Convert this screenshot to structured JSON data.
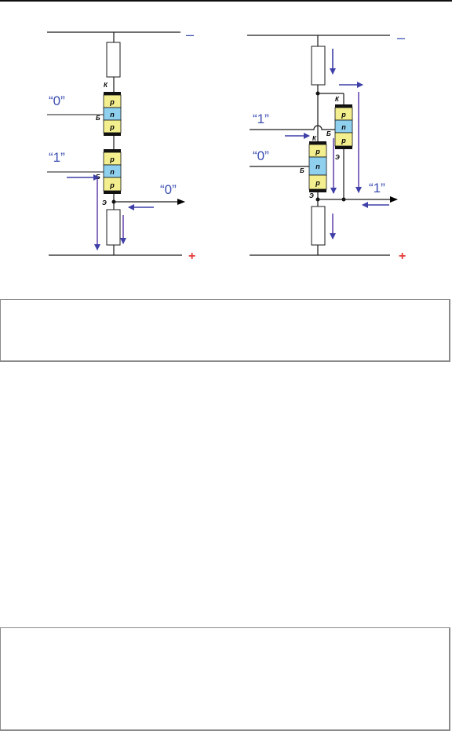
{
  "colors": {
    "wire": "#1a1a1a",
    "p_region": "#f3ee8e",
    "n_region": "#8fd0ef",
    "arrow": "#3f3fa8",
    "current_line": "#6a4bb0",
    "label_blue": "#3a4db2",
    "plus": "#e53935"
  },
  "left_circuit": {
    "rail_top": "–",
    "rail_bottom": "+",
    "input_top": "“0”",
    "input_bottom": "“1”",
    "output": "“0”",
    "transistor_top": {
      "collector": "К",
      "base": "Б",
      "layers": [
        "p",
        "n",
        "p"
      ]
    },
    "transistor_bottom": {
      "base": "Б",
      "emitter": "Э",
      "layers": [
        "p",
        "n",
        "p"
      ]
    }
  },
  "right_circuit": {
    "rail_top": "–",
    "rail_bottom": "+",
    "input_top": "“1”",
    "input_bottom": "“0”",
    "output": "“1”",
    "transistor_right": {
      "collector": "К",
      "base": "Б",
      "emitter": "Э",
      "layers": [
        "p",
        "n",
        "p"
      ]
    },
    "transistor_left": {
      "collector": "К",
      "base": "Б",
      "emitter": "Э",
      "layers": [
        "p",
        "n",
        "p"
      ]
    }
  },
  "icons": [
    "right-arrow-icon",
    "left-arrow-icon",
    "down-arrow-icon"
  ]
}
